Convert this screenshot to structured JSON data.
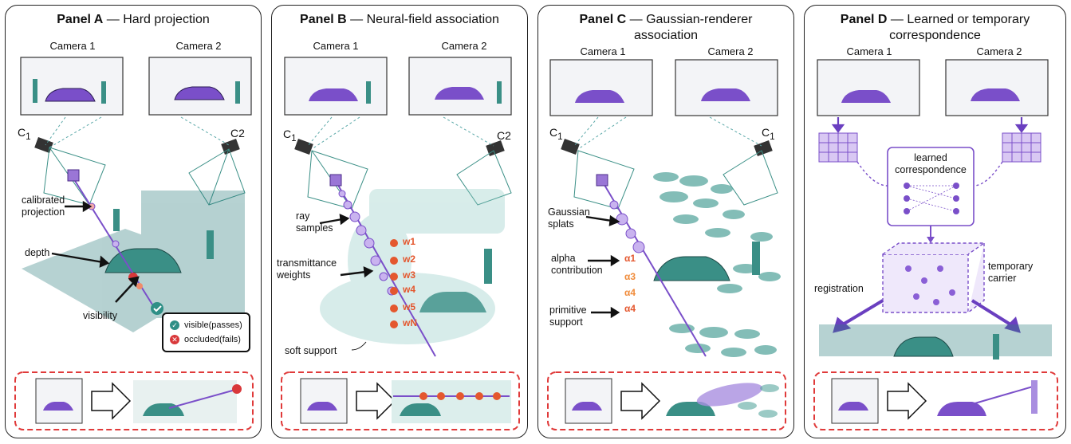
{
  "panels": [
    {
      "id": "A",
      "title_bold": "Panel A",
      "title_rest": " — Hard projection",
      "cam1": "Camera 1",
      "cam2": "Camera 2",
      "cid_left": "C",
      "cid_left_sub": "1",
      "cid_right": "C2",
      "labels": {
        "calibrated": "calibrated\nprojection",
        "depth": "depth",
        "visibility": "visibility"
      },
      "legend": {
        "visible": "visible(passes)",
        "occluded": "occluded(fails)"
      }
    },
    {
      "id": "B",
      "title_bold": "Panel B",
      "title_rest": " — Neural-field association",
      "cam1": "Camera 1",
      "cam2": "Camera 2",
      "cid_left": "C",
      "cid_left_sub": "1",
      "cid_right": "C2",
      "labels": {
        "ray": "ray\nsamples",
        "transmittance": "transmittance\nweights",
        "soft": "soft support"
      },
      "weights": [
        "w1",
        "w2",
        "w3",
        "w4",
        "w5",
        "wN"
      ]
    },
    {
      "id": "C",
      "title_bold": "Panel C",
      "title_rest": " — Gaussian-renderer\nassociation",
      "cam1": "Camera 1",
      "cam2": "Camera 2",
      "cid_left": "C",
      "cid_left_sub": "1",
      "cid_right": "C",
      "cid_right_sub": "1",
      "labels": {
        "gaussian": "Gaussian\nsplats",
        "alpha": "alpha\ncontribution",
        "primitive": "primitive\nsupport"
      },
      "alphas": [
        "α1",
        "α3",
        "α4",
        "α4"
      ]
    },
    {
      "id": "D",
      "title_bold": "Panel D",
      "title_rest": " — Learned or temporary\ncorrespondence",
      "cam1": "Camera 1",
      "cam2": "Camera 2",
      "labels": {
        "learned": "learned\ncorrespondence",
        "registration": "registration",
        "temporary": "temporary\ncarrier"
      }
    }
  ],
  "colors": {
    "purple": "#7a4fc9",
    "teal": "#3a8f86",
    "orange": "#e4572e",
    "red_dash": "#e03a3a"
  }
}
